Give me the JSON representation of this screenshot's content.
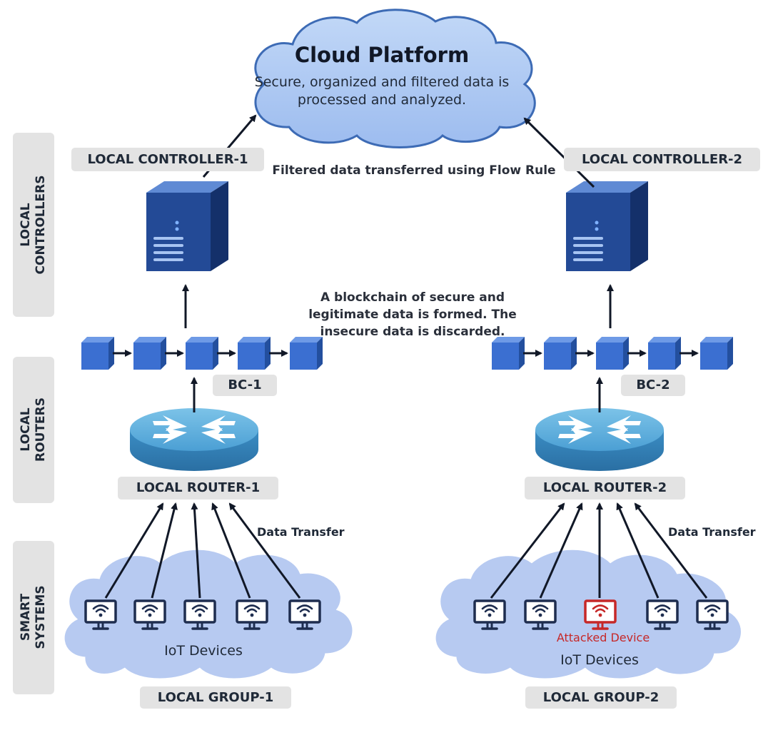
{
  "cloud": {
    "title": "Cloud Platform",
    "description": "Secure, organized and filtered data is processed and analyzed."
  },
  "layers": {
    "controllers": "LOCAL\nCONTROLLERS",
    "routers": "LOCAL\nROUTERS",
    "smart": "SMART\nSYSTEMS"
  },
  "annotations": {
    "flow_rule": "Filtered data transferred using Flow Rule",
    "blockchain": "A blockchain of secure and legitimate data is formed. The insecure data is discarded."
  },
  "left": {
    "controller": "LOCAL CONTROLLER-1",
    "blockchain": "BC-1",
    "router": "LOCAL ROUTER-1",
    "data_transfer": "Data Transfer",
    "devices": "IoT Devices",
    "group": "LOCAL GROUP-1"
  },
  "right": {
    "controller": "LOCAL CONTROLLER-2",
    "blockchain": "BC-2",
    "router": "LOCAL ROUTER-2",
    "data_transfer": "Data Transfer",
    "devices": "IoT Devices",
    "attacked": "Attacked Device",
    "group": "LOCAL GROUP-2"
  },
  "icons": {
    "server": "server-icon",
    "router": "router-icon",
    "block": "block-icon",
    "device": "monitor-wifi-icon"
  },
  "colors": {
    "cloud_fill": "#a9c5f2",
    "cloud_border": "#3d6bb5",
    "block": "#3b6fd1",
    "server": "#1d3f84",
    "router": "#5aa8d8",
    "device": "#1e2d4f",
    "attacked": "#c62828",
    "pill": "#e3e3e3"
  }
}
